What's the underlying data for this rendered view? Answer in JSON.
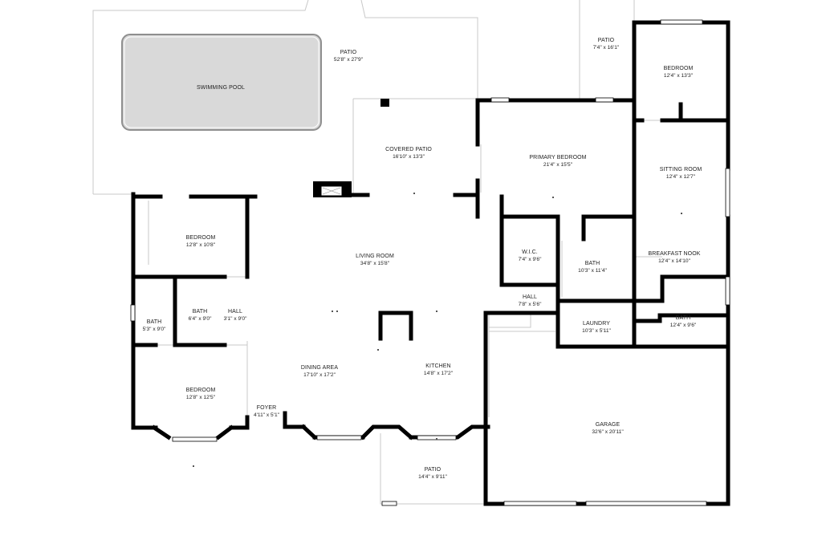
{
  "colors": {
    "wall": "#000000",
    "thin_line": "#c8c8c8",
    "pool_fill": "#d9d9d9",
    "pool_stroke": "#8f8f8f",
    "background": "#ffffff",
    "text": "#222222"
  },
  "rooms": [
    {
      "id": "patio_pool",
      "name": "PATIO",
      "dims": "52'8\" x 27'9\""
    },
    {
      "id": "pool",
      "name": "SWIMMING POOL",
      "dims": ""
    },
    {
      "id": "patio_top",
      "name": "PATIO",
      "dims": "7'4\" x 16'1\""
    },
    {
      "id": "bedroom_ne",
      "name": "BEDROOM",
      "dims": "12'4\" x 13'3\""
    },
    {
      "id": "covered_patio",
      "name": "COVERED PATIO",
      "dims": "16'10\" x 13'3\""
    },
    {
      "id": "primary_bedroom",
      "name": "PRIMARY BEDROOM",
      "dims": "21'4\" x 15'5\""
    },
    {
      "id": "sitting_room",
      "name": "SITTING ROOM",
      "dims": "12'4\" x 12'7\""
    },
    {
      "id": "bedroom_w",
      "name": "BEDROOM",
      "dims": "12'8\" x 10'8\""
    },
    {
      "id": "living_room",
      "name": "LIVING ROOM",
      "dims": "34'8\" x 15'8\""
    },
    {
      "id": "wic",
      "name": "W.I.C.",
      "dims": "7'4\" x 9'6\""
    },
    {
      "id": "bath_primary",
      "name": "BATH",
      "dims": "10'3\" x 11'4\""
    },
    {
      "id": "breakfast_nook",
      "name": "BREAKFAST NOOK",
      "dims": "12'4\" x 14'10\""
    },
    {
      "id": "bath_w1",
      "name": "BATH",
      "dims": "5'3\" x 9'0\""
    },
    {
      "id": "bath_w2",
      "name": "BATH",
      "dims": "6'4\" x 9'0\""
    },
    {
      "id": "hall_w",
      "name": "HALL",
      "dims": "3'1\" x 9'0\""
    },
    {
      "id": "hall_c",
      "name": "HALL",
      "dims": "7'8\" x 5'6\""
    },
    {
      "id": "laundry",
      "name": "LAUNDRY",
      "dims": "10'3\" x 5'11\""
    },
    {
      "id": "bath_e",
      "name": "BATH",
      "dims": "12'4\" x 9'6\""
    },
    {
      "id": "dining_area",
      "name": "DINING AREA",
      "dims": "17'10\" x 17'2\""
    },
    {
      "id": "kitchen",
      "name": "KITCHEN",
      "dims": "14'8\" x 17'2\""
    },
    {
      "id": "bedroom_sw",
      "name": "BEDROOM",
      "dims": "12'8\" x 12'5\""
    },
    {
      "id": "foyer",
      "name": "FOYER",
      "dims": "4'11\" x 5'1\""
    },
    {
      "id": "garage",
      "name": "GARAGE",
      "dims": "32'6\" x 20'11\""
    },
    {
      "id": "patio_front",
      "name": "PATIO",
      "dims": "14'4\" x 9'11\""
    }
  ]
}
